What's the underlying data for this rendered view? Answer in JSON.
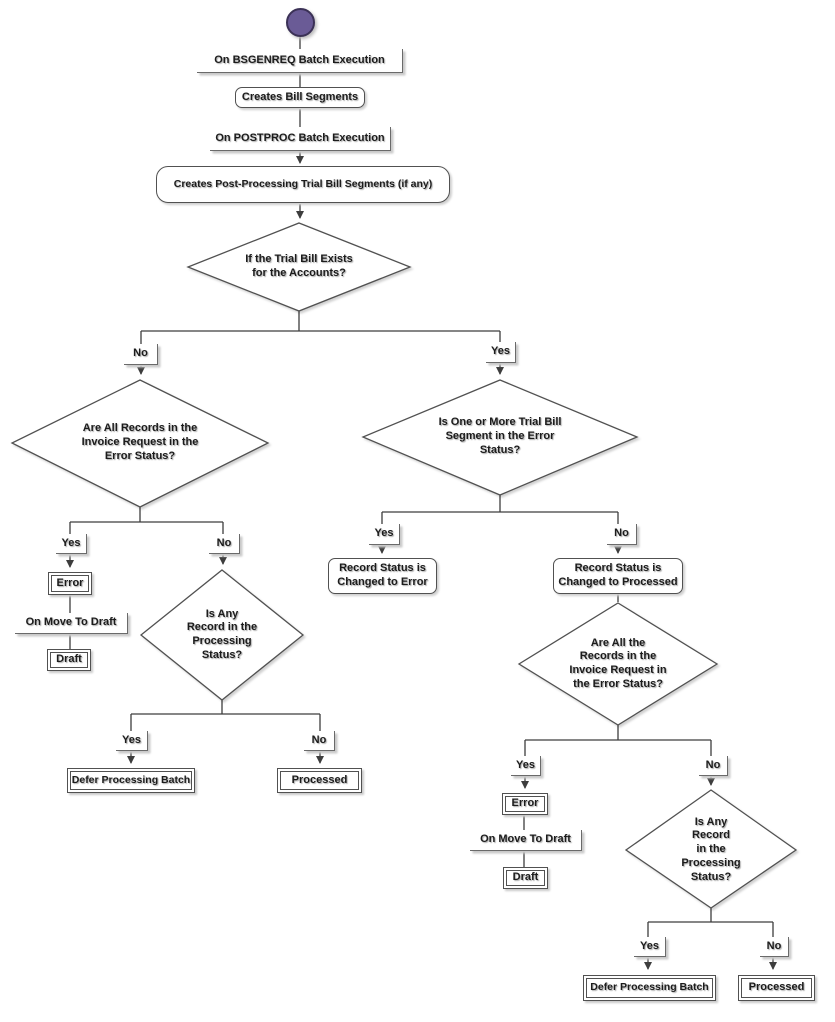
{
  "palette": {
    "start_fill": "#6a5b96",
    "start_stroke": "#3b3156",
    "connector": "#3d3d3d",
    "node_border": "#515151",
    "node_fill": "#ffffff",
    "shadow": "#c9c9c9",
    "text": "#1c1c1c"
  },
  "labels": {
    "yes": "Yes",
    "no": "No"
  },
  "nodes": {
    "start_icon": "start-circle",
    "on_bsgenreq": "On BSGENREQ Batch Execution",
    "creates_bill_segments": "Creates Bill Segments",
    "on_postproc": "On POSTPROC Batch Execution",
    "creates_post_processing": "Creates Post-Processing Trial Bill Segments (if any)",
    "trial_bill_exists": "If the Trial Bill Exists\nfor the Accounts?",
    "left": {
      "all_records_error": "Are All Records in the\nInvoice Request in the\nError Status?",
      "error": "Error",
      "on_move_to_draft": "On Move To Draft",
      "draft": "Draft",
      "any_record_processing": "Is Any\nRecord in the\nProcessing\nStatus?",
      "defer_processing_batch": "Defer Processing Batch",
      "processed": "Processed"
    },
    "right": {
      "one_or_more_error": "Is One or More Trial Bill\nSegment in the Error\nStatus?",
      "record_status_error": "Record Status is\nChanged to Error",
      "record_status_processed": "Record Status is\nChanged to Processed",
      "all_records_error": "Are All the\nRecords in the\nInvoice Request in\nthe Error Status?",
      "error": "Error",
      "on_move_to_draft": "On Move To Draft",
      "draft": "Draft",
      "any_record_processing": "Is Any\nRecord\nin the\nProcessing\nStatus?",
      "defer_processing_batch": "Defer Processing Batch",
      "processed": "Processed"
    }
  }
}
